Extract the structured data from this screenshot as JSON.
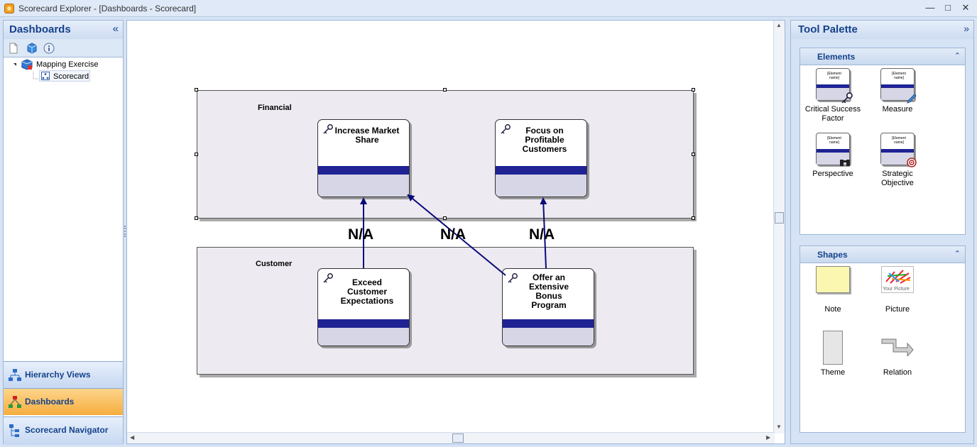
{
  "window": {
    "title": "Scorecard Explorer - [Dashboards - Scorecard]",
    "controls": [
      "—",
      "□",
      "✕"
    ]
  },
  "left_panel": {
    "title": "Dashboards",
    "collapse_glyph": "«",
    "tree": [
      {
        "label": "Mapping Exercise",
        "icon": "cube-icon"
      },
      {
        "label": "Scorecard",
        "icon": "scorecard-icon"
      }
    ],
    "nav": [
      {
        "label": "Hierarchy Views",
        "icon": "hierarchy-icon",
        "active": false
      },
      {
        "label": "Dashboards",
        "icon": "dashboards-icon",
        "active": true
      },
      {
        "label": "Scorecard Navigator",
        "icon": "navigator-icon",
        "active": false
      }
    ]
  },
  "canvas": {
    "perspectives": [
      {
        "label": "Financial"
      },
      {
        "label": "Customer"
      }
    ],
    "objectives": [
      {
        "label": "Increase Market Share"
      },
      {
        "label": "Focus on Profitable Customers"
      },
      {
        "label": "Exceed Customer Expectations"
      },
      {
        "label": "Offer an Extensive Bonus Program"
      }
    ],
    "relation_labels": [
      "N/A",
      "N/A",
      "N/A"
    ]
  },
  "tool_palette": {
    "title": "Tool Palette",
    "collapse_glyph": "»",
    "elements": {
      "title": "Elements",
      "thumb_text": "[Element name]",
      "items": [
        {
          "label": "Critical Success Factor",
          "icon": "key-icon"
        },
        {
          "label": "Measure",
          "icon": "pencil-icon"
        },
        {
          "label": "Perspective",
          "icon": "binoculars-icon"
        },
        {
          "label": "Strategic Objective",
          "icon": "target-icon"
        }
      ]
    },
    "shapes": {
      "title": "Shapes",
      "picture_text": "Your Picture",
      "items": [
        {
          "label": "Note"
        },
        {
          "label": "Picture"
        },
        {
          "label": "Theme"
        },
        {
          "label": "Relation"
        }
      ]
    }
  },
  "colors": {
    "accent": "#15428b",
    "objective_bar": "#1f2394",
    "perspective_fill": "#edeaf1",
    "active_nav": "#f8c15a"
  }
}
